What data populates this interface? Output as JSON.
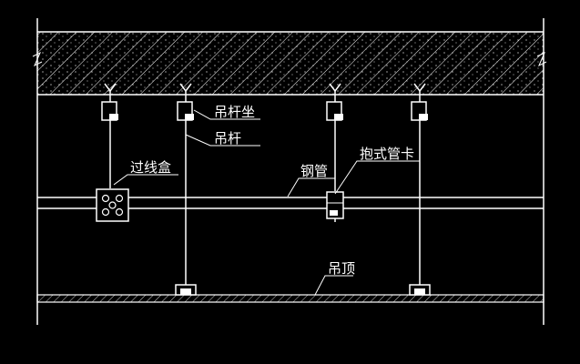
{
  "labels": {
    "rod_seat": "吊杆坐",
    "rod": "吊杆",
    "junction_box": "过线盒",
    "steel_pipe": "钢管",
    "pipe_clamp": "抱式管卡",
    "ceiling": "吊顶"
  },
  "colors": {
    "line": "#ffffff",
    "background": "#000000"
  }
}
